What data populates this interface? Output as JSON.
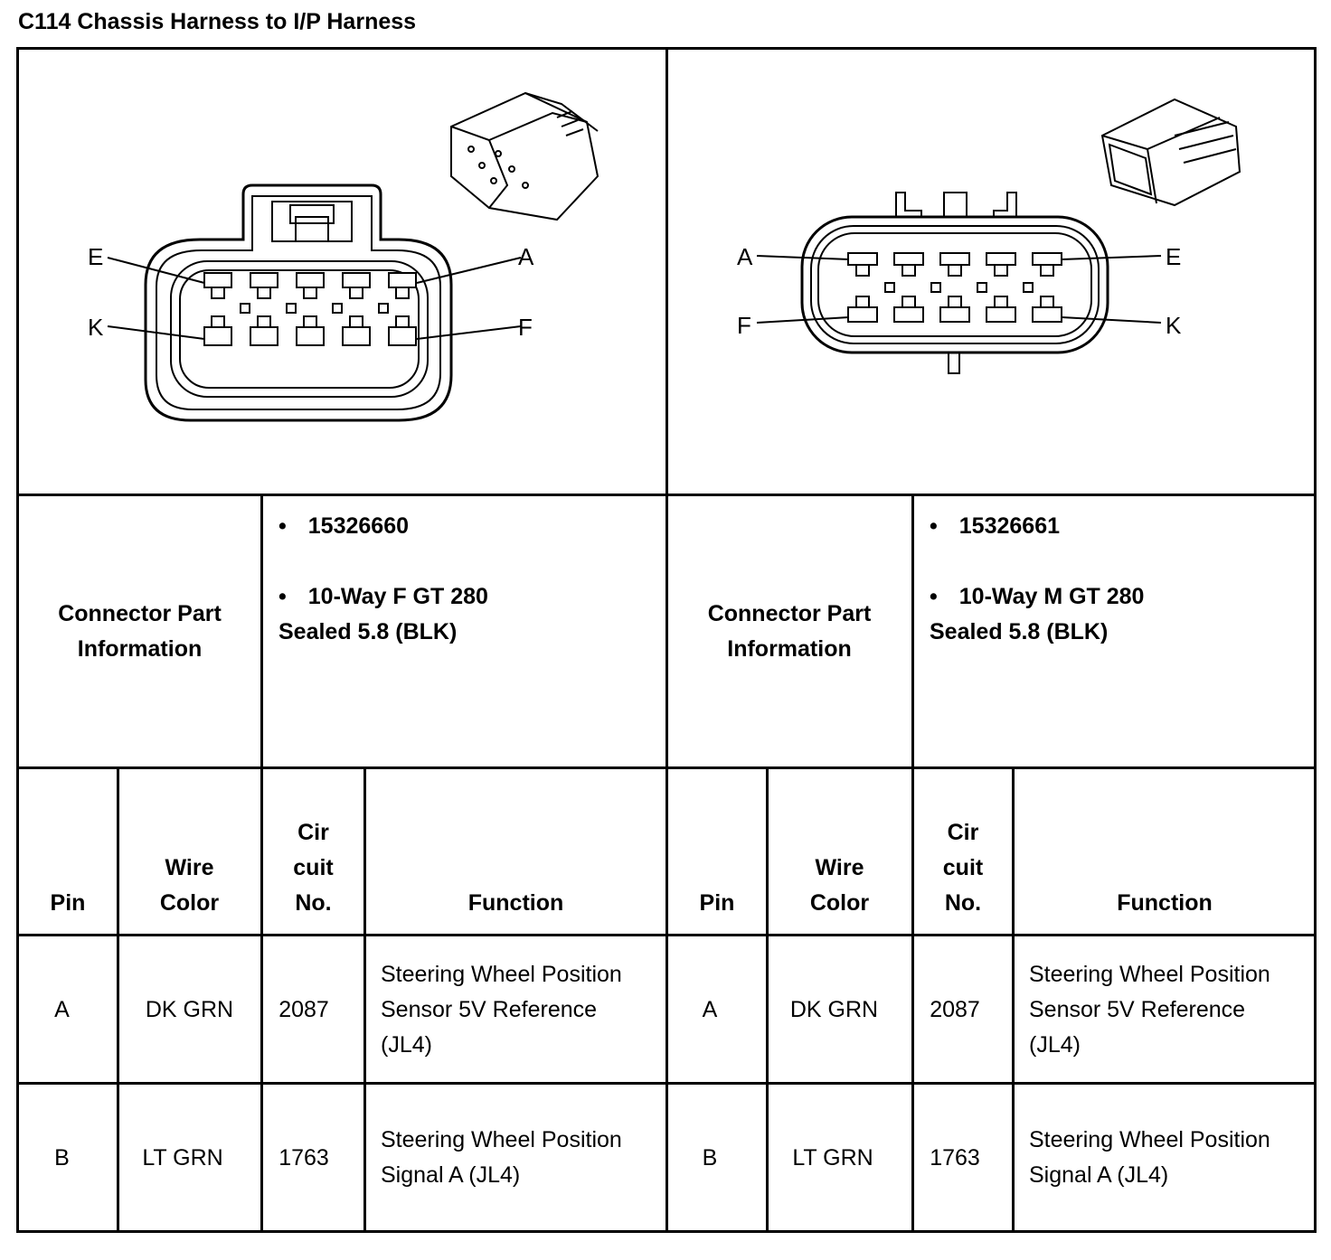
{
  "title": "C114 Chassis Harness to I/P Harness",
  "pin_labels": {
    "female": {
      "top_left": "E",
      "top_right": "A",
      "bottom_left": "K",
      "bottom_right": "F"
    },
    "male": {
      "top_left": "A",
      "top_right": "E",
      "bottom_left": "F",
      "bottom_right": "K"
    }
  },
  "connector_info_label": "Connector Part Information",
  "left_connector": {
    "part_number": "15326660",
    "desc_line1": "10-Way F GT 280",
    "desc_line2": "Sealed 5.8 (BLK)"
  },
  "right_connector": {
    "part_number": "15326661",
    "desc_line1": "10-Way M GT 280",
    "desc_line2": "Sealed 5.8 (BLK)"
  },
  "bullet": "•",
  "headers": {
    "pin": "Pin",
    "wire_color": "Wire Color",
    "circuit": "Cir cuit No.",
    "function": "Function"
  },
  "rows": [
    {
      "pin": "A",
      "wire_color": "DK GRN",
      "circuit": "2087",
      "function": "Steering Wheel Position Sensor 5V Reference (JL4)"
    },
    {
      "pin": "B",
      "wire_color": "LT GRN",
      "circuit": "1763",
      "function": "Steering Wheel Position Signal A (JL4)"
    }
  ]
}
